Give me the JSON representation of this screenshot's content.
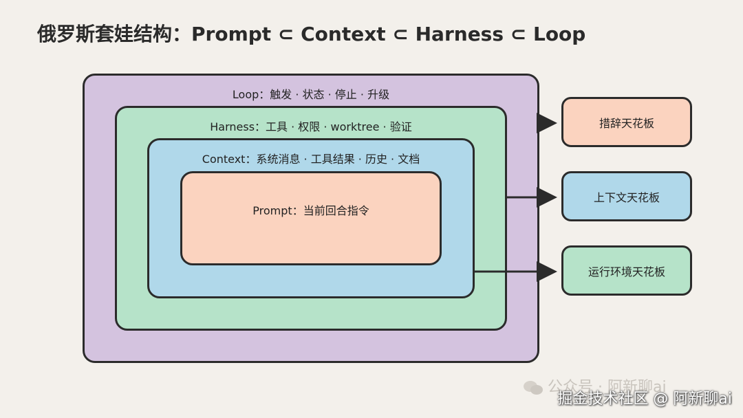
{
  "title": "俄罗斯套娃结构：Prompt ⊂ Context ⊂ Harness ⊂ Loop",
  "layers": {
    "loop": {
      "label": "Loop：触发 · 状态 · 停止 · 升级",
      "color": "#d4c3df"
    },
    "harness": {
      "label": "Harness：工具 · 权限 · worktree · 验证",
      "color": "#b6e3c9"
    },
    "context": {
      "label": "Context：系统消息 · 工具结果 · 历史 · 文档",
      "color": "#b0d8ea"
    },
    "prompt": {
      "label": "Prompt：当前回合指令",
      "color": "#fbd3bf"
    }
  },
  "ceilings": [
    {
      "label": "措辞天花板",
      "color": "#fbd3bf"
    },
    {
      "label": "上下文天花板",
      "color": "#b0d8ea"
    },
    {
      "label": "运行环境天花板",
      "color": "#b6e3c9"
    }
  ],
  "watermark": "公众号 · 阿新聊ai",
  "credit": "掘金技术社区 @ 阿新聊ai"
}
